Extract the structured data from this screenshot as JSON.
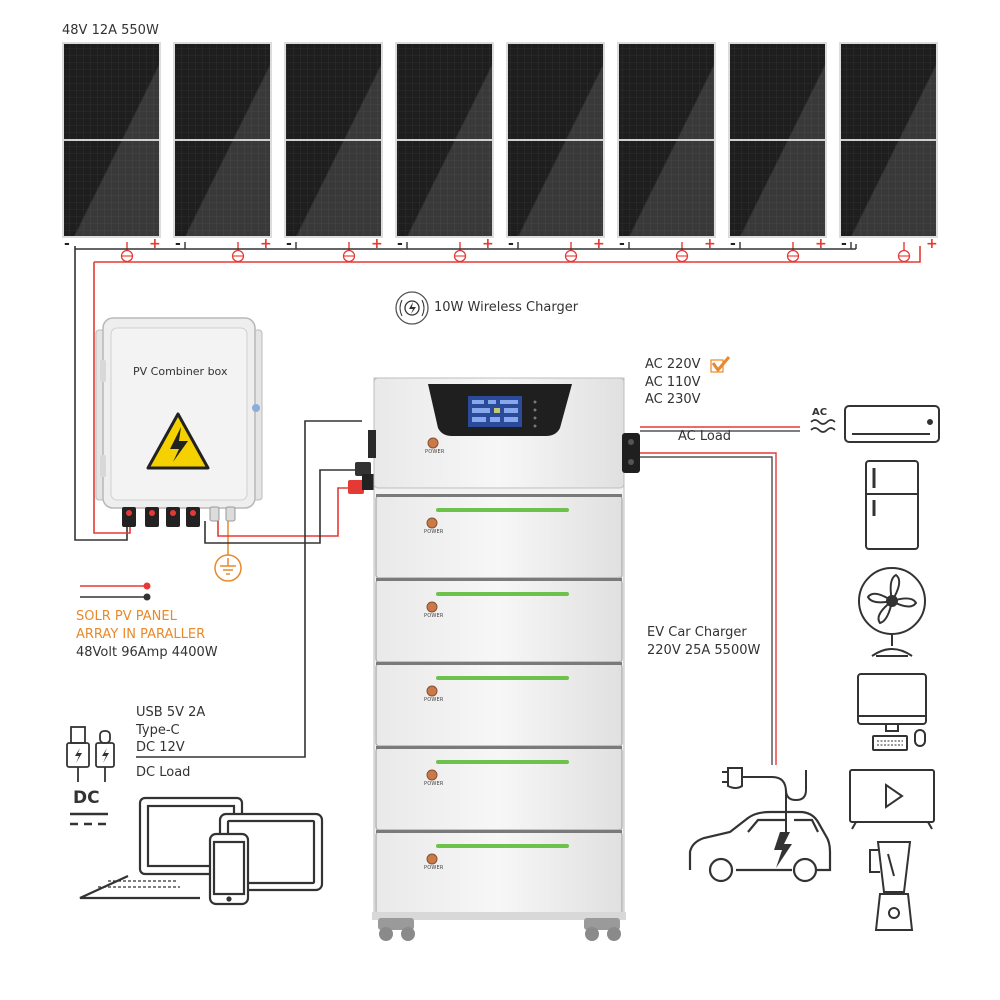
{
  "panel_spec": "48V 12A 550W",
  "panel_count": 8,
  "wireless_charger_label": "10W Wireless Charger",
  "combiner_box_label": "PV Combiner box",
  "polarity": {
    "negative": "-",
    "positive": "+"
  },
  "ac_output": {
    "options": [
      "AC 220V",
      "AC 110V",
      "AC 230V"
    ],
    "selected": "AC 220V",
    "load_label": "AC Load",
    "symbol": "AC"
  },
  "pv_array": {
    "line1": "SOLR PV PANEL",
    "line2": "ARRAY IN PARALLER",
    "spec": "48Volt 96Amp 4400W"
  },
  "ev_charger": {
    "title": "EV Car Charger",
    "spec": "220V 25A 5500W"
  },
  "dc_output": {
    "usb": "USB 5V 2A",
    "typec": "Type-C",
    "dc12": "DC 12V",
    "load_label": "DC Load",
    "symbol": "DC"
  },
  "battery_power_label": "POWER",
  "battery_module_count": 5,
  "colors": {
    "wire_red": "#e53935",
    "wire_dark": "#333333",
    "accent_orange": "#e8892a",
    "led_green": "#6cc24a",
    "warning_yellow": "#f5d100"
  }
}
